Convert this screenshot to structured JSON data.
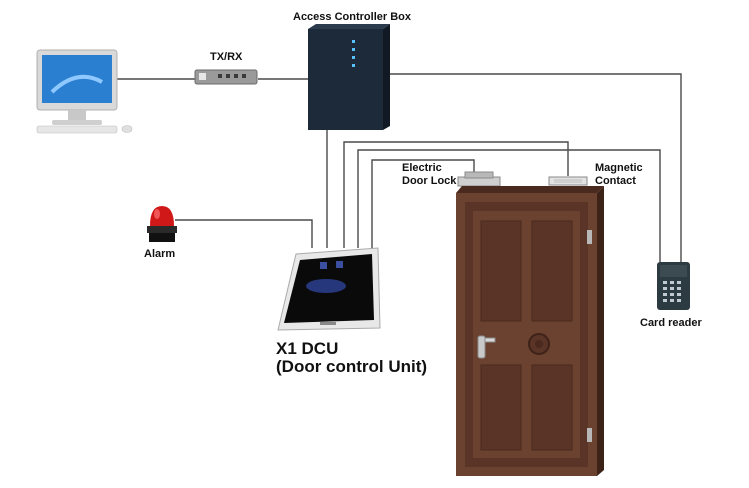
{
  "labels": {
    "controller_box": "Access Controller Box",
    "txrx": "TX/RX",
    "electric_lock_line1": "Electric",
    "electric_lock_line2": "Door Lock",
    "magnetic_line1": "Magnetic",
    "magnetic_line2": "Contact",
    "alarm": "Alarm",
    "card_reader": "Card reader",
    "dcu_line1": "X1 DCU",
    "dcu_line2": "(Door control Unit)"
  },
  "colors": {
    "wire": "#4a4a4a",
    "controller_body": "#1c2a3a",
    "door_wood": "#6b4130",
    "door_panel": "#5a3426",
    "door_frame": "#4a2a1e",
    "alarm_red": "#d01818",
    "monitor_screen": "#2a7fd0",
    "dcu_screen": "#0a0a0a"
  },
  "icons": {
    "computer": "desktop-computer-icon",
    "txrx": "network-transceiver-icon",
    "controller": "controller-cabinet-icon",
    "alarm": "alarm-beacon-icon",
    "dcu": "door-control-unit-icon",
    "electric_lock": "electric-lock-icon",
    "magnetic_contact": "magnetic-contact-icon",
    "door": "door-icon",
    "card_reader": "card-reader-icon"
  }
}
